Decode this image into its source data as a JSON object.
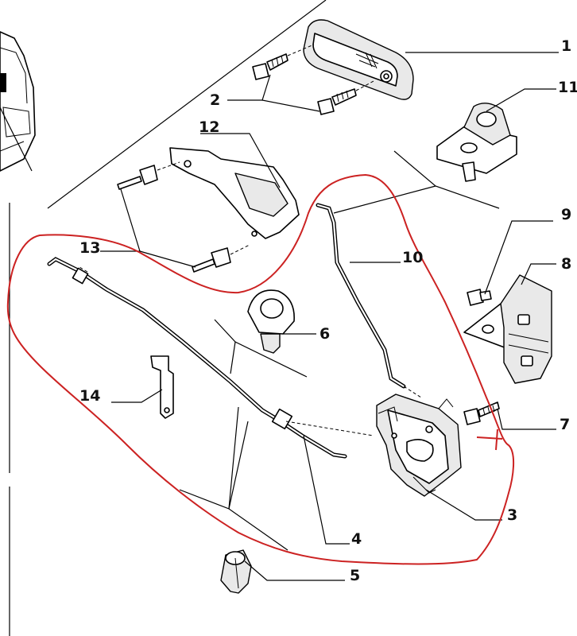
{
  "callouts": [
    {
      "id": "p1",
      "text": "1"
    },
    {
      "id": "p2",
      "text": "2"
    },
    {
      "id": "p3",
      "text": "3"
    },
    {
      "id": "p4",
      "text": "4"
    },
    {
      "id": "p5",
      "text": "5"
    },
    {
      "id": "p6",
      "text": "6"
    },
    {
      "id": "p7",
      "text": "7"
    },
    {
      "id": "p8",
      "text": "8"
    },
    {
      "id": "p9",
      "text": "9"
    },
    {
      "id": "p10",
      "text": "10"
    },
    {
      "id": "p11",
      "text": "11"
    },
    {
      "id": "p12",
      "text": "12"
    },
    {
      "id": "p13",
      "text": "13"
    },
    {
      "id": "p14",
      "text": "14"
    }
  ],
  "colors": {
    "line_art": "#000000",
    "annotation_outline": "#cc2222",
    "background": "#ffffff"
  },
  "icons": [
    "vehicle-thumbnail-icon"
  ]
}
